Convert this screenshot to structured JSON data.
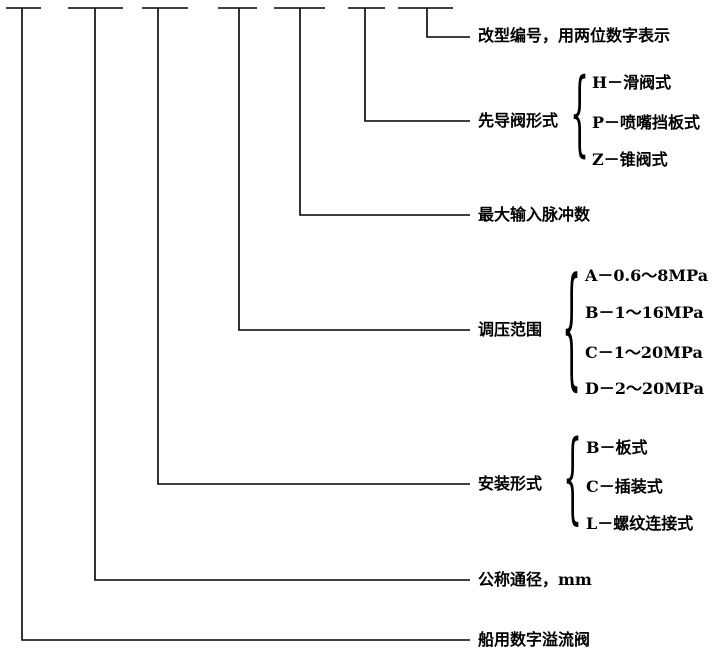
{
  "labels": {
    "modification": "改型编号，用两位数字表示",
    "pilot_valve": "先导阀形式",
    "max_pulse": "最大输入脉冲数",
    "pressure_range": "调压范围",
    "mounting": "安装形式",
    "nominal_size": "公称通径，mm",
    "product": "船用数字溢流阀"
  },
  "pilot_options": [
    "H－滑阀式",
    "P－喷嘴挡板式",
    "Z－锥阀式"
  ],
  "pressure_options": [
    "A－0.6～8MPa",
    "B－1～16MPa",
    "C－1～20MPa",
    "D－2～20MPa"
  ],
  "mounting_options": [
    "B－板式",
    "C－插装式",
    "L－螺纹连接式"
  ]
}
